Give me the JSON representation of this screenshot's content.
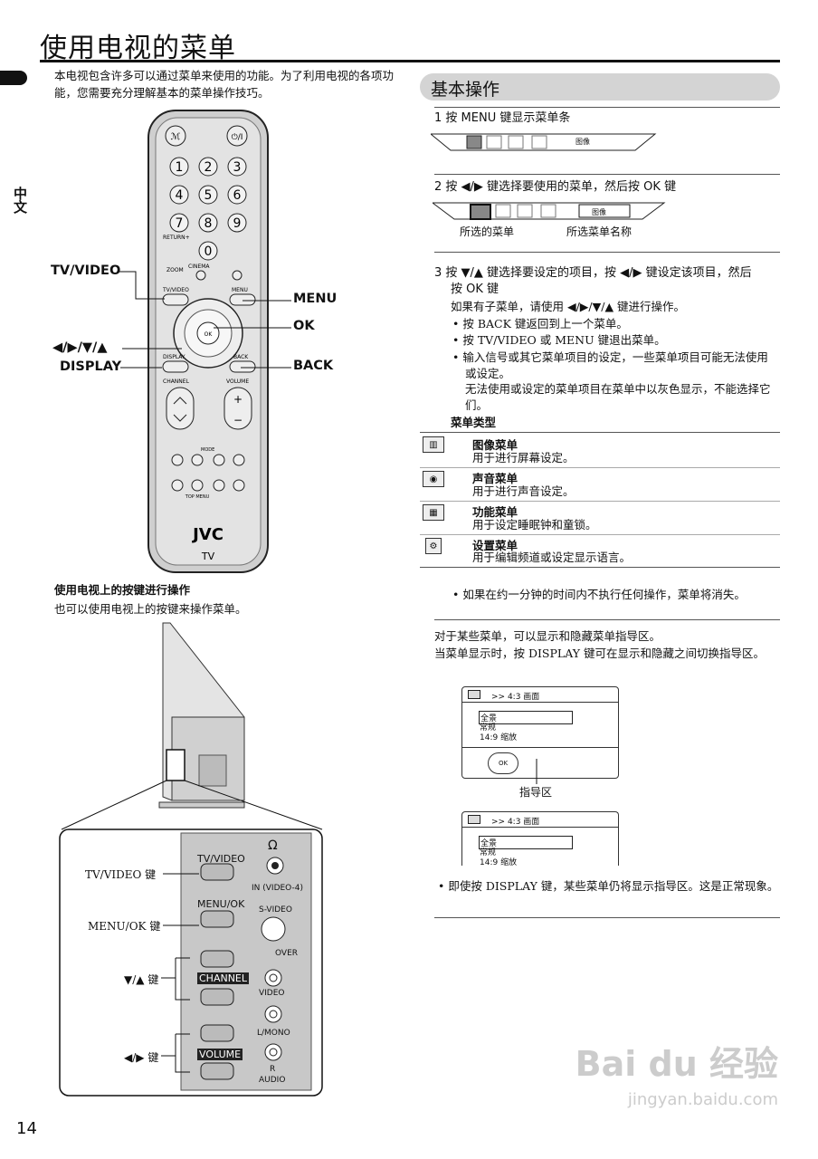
{
  "page": {
    "title": "使用电视的菜单",
    "language_tab": "中文",
    "page_number": "14",
    "intro": "本电视包含许多可以通过菜单来使用的功能。为了利用电视的各项功能，您需要充分理解基本的菜单操作技巧。"
  },
  "remote": {
    "brand": "JVC",
    "model": "TV",
    "callouts": {
      "tv_video": "TV/VIDEO",
      "arrows": "◀/▶/▼/▲",
      "display": "DISPLAY",
      "menu": "MENU",
      "ok": "OK",
      "back": "BACK"
    },
    "keys": {
      "mute": "🔇",
      "power": "⏻/I",
      "digits": [
        "1",
        "2",
        "3",
        "4",
        "5",
        "6",
        "7",
        "8",
        "9",
        "0"
      ],
      "return": "RETURN+",
      "zoom": "ZOOM",
      "cinema": "CINEMA",
      "tv_video": "TV/VIDEO",
      "menu": "MENU",
      "ok": "OK",
      "display": "DISPLAY",
      "back": "BACK",
      "channel": "CHANNEL",
      "volume": "VOLUME",
      "mode": "MODE",
      "top_menu": "TOP MENU"
    }
  },
  "tv_panel": {
    "heading": "使用电视上的按键进行操作",
    "subheading": "也可以使用电视上的按键来操作菜单。",
    "labels": {
      "tvvideo_key": "TV/VIDEO 键",
      "menuok_key": "MENU/OK 键",
      "updown_key": "▼/▲ 键",
      "leftright_key": "◀/▶ 键"
    },
    "panel_text": {
      "tvvideo": "TV/VIDEO",
      "menuok": "MENU/OK",
      "channel": "CHANNEL",
      "volume": "VOLUME",
      "headphone": "Ω",
      "in_video4": "IN (VIDEO-4)",
      "svideo": "S-VIDEO",
      "over": "OVER",
      "video": "VIDEO",
      "lmono": "L/MONO",
      "r": "R",
      "audio": "AUDIO"
    }
  },
  "basic": {
    "section_title": "基本操作",
    "step1": "1  按 MENU 键显示菜单条",
    "step2": "2  按 ◀/▶ 键选择要使用的菜单，然后按 OK 键",
    "menubar_name": "图像",
    "selected_menu": "所选的菜单",
    "selected_menu_name": "所选菜单名称",
    "step3_line1": "3  按 ▼/▲ 键选择要设定的项目，按 ◀/▶ 键设定该项目，然后",
    "step3_line2": "按 OK 键",
    "step3_sub": "如果有子菜单，请使用 ◀/▶/▼/▲ 键进行操作。",
    "bullets": [
      "按 BACK 键返回到上一个菜单。",
      "按 TV/VIDEO 或 MENU 键退出菜单。",
      "输入信号或其它菜单项目的设定，一些菜单项目可能无法使用或设定。",
      "无法使用或设定的菜单项目在菜单中以灰色显示，不能选择它们。"
    ],
    "menu_types_title": "菜单类型",
    "menu_types": [
      {
        "icon": "picture-icon",
        "title": "图像菜单",
        "desc": "用于进行屏幕设定。"
      },
      {
        "icon": "sound-icon",
        "title": "声音菜单",
        "desc": "用于进行声音设定。"
      },
      {
        "icon": "feature-icon",
        "title": "功能菜单",
        "desc": "用于设定睡眠钟和童锁。"
      },
      {
        "icon": "setup-icon",
        "title": "设置菜单",
        "desc": "用于编辑频道或设定显示语言。"
      }
    ],
    "timeout_note": "如果在约一分钟的时间内不执行任何操作，菜单将消失。",
    "guide_p1": "对于某些菜单，可以显示和隐藏菜单指导区。",
    "guide_p2": "当菜单显示时，按 DISPLAY 键可在显示和隐藏之间切换指导区。",
    "osd_header": ">> 4:3 画面",
    "osd_items": [
      "全景",
      "常规",
      "14:9 缩放"
    ],
    "guide_area": "指导区",
    "osd_ok": "OK",
    "final_bullet": "即使按 DISPLAY 键，某些菜单仍将显示指导区。这是正常现象。"
  },
  "watermark": {
    "brand": "Bai du 经验",
    "url": "jingyan.baidu.com"
  }
}
